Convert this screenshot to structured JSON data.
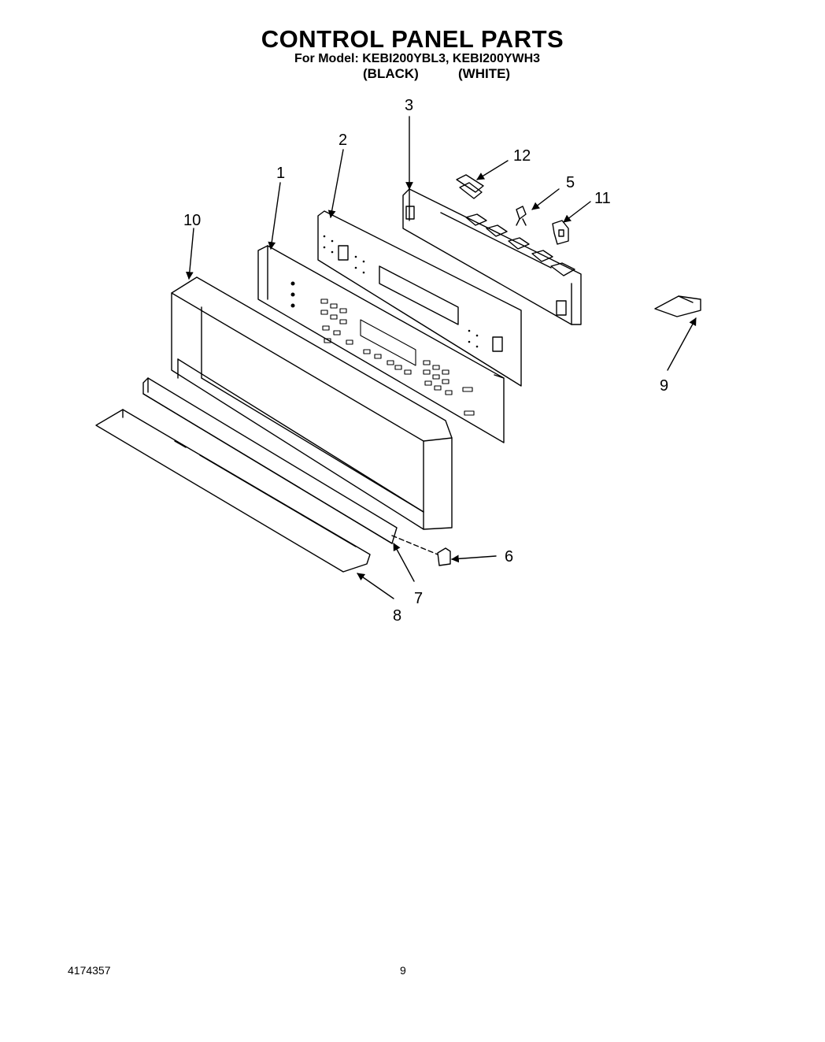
{
  "header": {
    "title": "CONTROL PANEL PARTS",
    "model_line": "For Model: KEBI200YBL3, KEBI200YWH3",
    "variant_black": "(BLACK)",
    "variant_white": "(WHITE)"
  },
  "callouts": [
    "1",
    "2",
    "3",
    "5",
    "6",
    "7",
    "8",
    "9",
    "10",
    "11",
    "12"
  ],
  "footer": {
    "doc_number": "4174357",
    "page_number": "9"
  }
}
